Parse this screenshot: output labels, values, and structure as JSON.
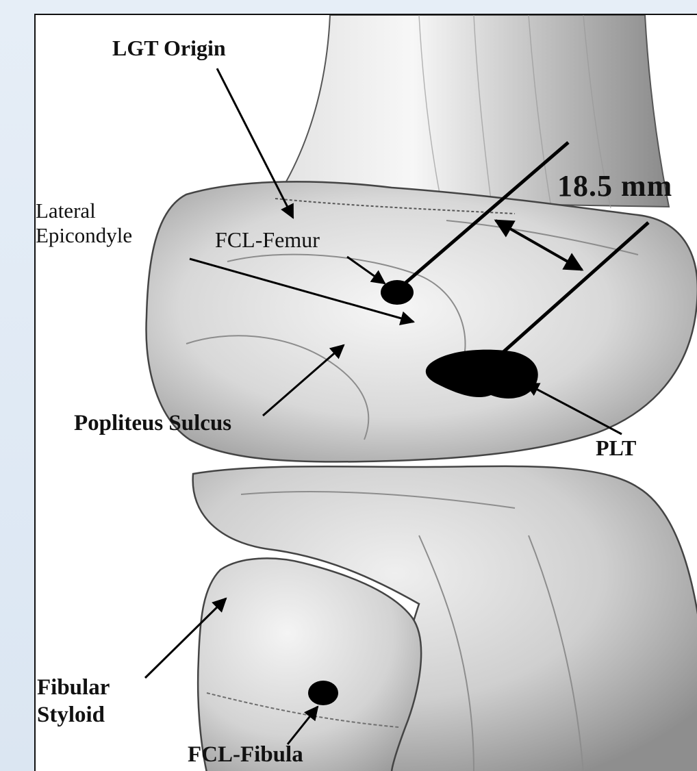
{
  "figure": {
    "labels": {
      "lgt_origin": "LGT Origin",
      "measurement": "18.5 mm",
      "lateral_epicondyle_line1": "Lateral",
      "lateral_epicondyle_line2": "Epicondyle",
      "fcl_femur": "FCL-Femur",
      "popliteus_sulcus": "Popliteus Sulcus",
      "plt": "PLT",
      "fibular_styloid_line1": "Fibular",
      "fibular_styloid_line2": "Styloid",
      "fcl_fibula": "FCL-Fibula"
    },
    "colors": {
      "background": "#dbe6f2",
      "bone_light": "#f2f2f2",
      "bone_shade": "#9a9a9a",
      "marker": "#000000",
      "text": "#111111"
    }
  }
}
